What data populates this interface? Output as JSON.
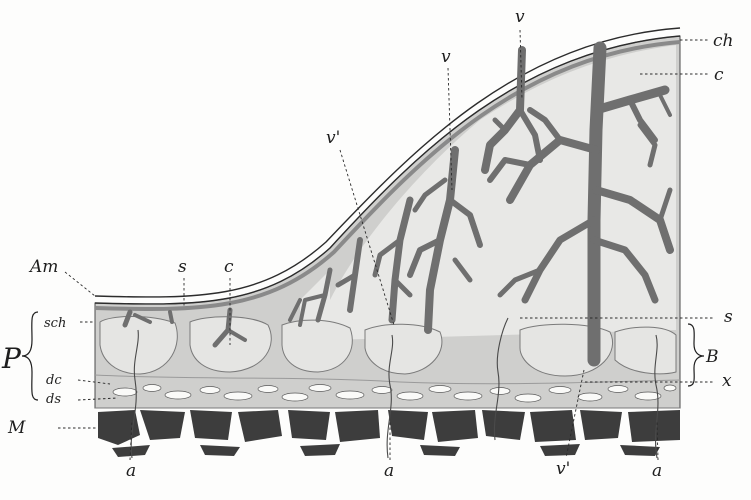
{
  "figure": {
    "labels": {
      "ch": "ch",
      "c_top": "c",
      "v_top1": "v",
      "v_top2": "v",
      "v_prime_top": "v'",
      "Am": "Am",
      "s_top": "s",
      "c_mid": "c",
      "P": "P",
      "sch": "sch",
      "dc": "dc",
      "ds": "ds",
      "M": "M",
      "s_right": "s",
      "B": "B",
      "x": "x",
      "a_left": "a",
      "a_mid": "a",
      "v_prime_bottom": "v'",
      "a_right": "a"
    },
    "colors": {
      "ink": "#1e1e1e",
      "villus": "#727272",
      "tissue": "#c9c9c7",
      "space": "#e6e6e4",
      "muscle": "#3e3e3e"
    }
  }
}
